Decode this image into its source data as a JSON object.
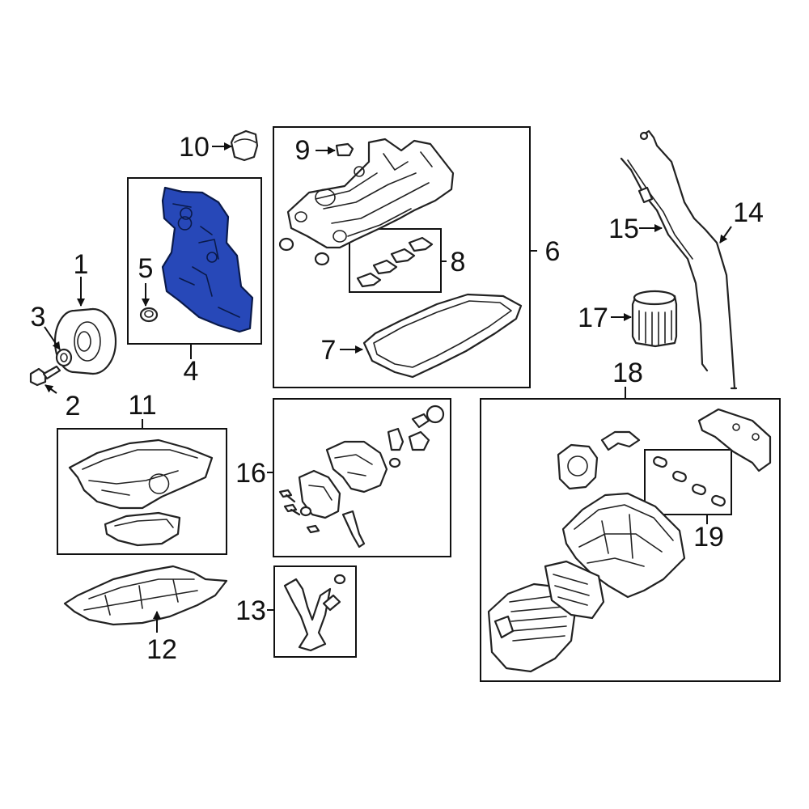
{
  "diagram": {
    "highlight_color": "#2748b8",
    "highlighted_part": "4",
    "callouts": [
      "1",
      "2",
      "3",
      "4",
      "5",
      "6",
      "7",
      "8",
      "9",
      "10",
      "11",
      "12",
      "13",
      "14",
      "15",
      "16",
      "17",
      "18",
      "19"
    ]
  }
}
